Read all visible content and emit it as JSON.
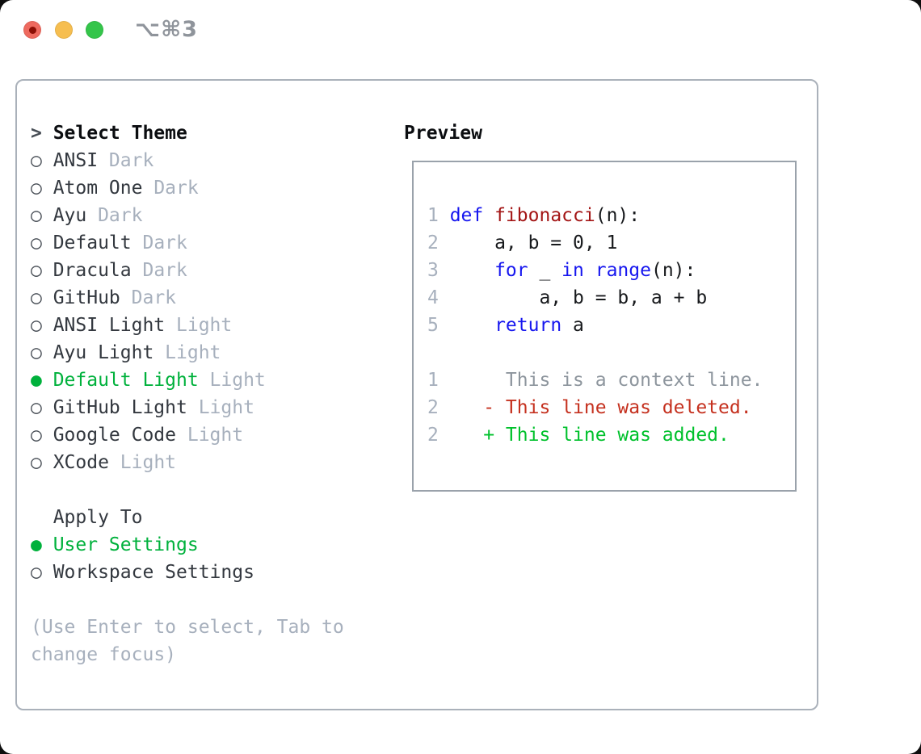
{
  "window": {
    "shortcut_label": "⌥⌘3",
    "traffic_lights": [
      "close",
      "minimize",
      "zoom"
    ]
  },
  "palette": {
    "selected_green": "#00b13c",
    "added_green": "#00c12c",
    "deleted_red": "#c5311f",
    "keyword_blue": "#1616ef",
    "function_red": "#a31515",
    "muted_gray": "#a7b0bd",
    "context_gray": "#8d959d",
    "text_dark": "#33383f",
    "panel_border": "#aab1ba",
    "traffic_red": "#ee6a5f",
    "traffic_yellow": "#f6be50",
    "traffic_green": "#34c54a"
  },
  "theme_list": {
    "header_prefix": ">",
    "header": "Select Theme",
    "items": [
      {
        "bullet": "○",
        "name": "ANSI",
        "tag": "Dark",
        "selected": false
      },
      {
        "bullet": "○",
        "name": "Atom One",
        "tag": "Dark",
        "selected": false
      },
      {
        "bullet": "○",
        "name": "Ayu",
        "tag": "Dark",
        "selected": false
      },
      {
        "bullet": "○",
        "name": "Default",
        "tag": "Dark",
        "selected": false
      },
      {
        "bullet": "○",
        "name": "Dracula",
        "tag": "Dark",
        "selected": false
      },
      {
        "bullet": "○",
        "name": "GitHub",
        "tag": "Dark",
        "selected": false
      },
      {
        "bullet": "○",
        "name": "ANSI Light",
        "tag": "Light",
        "selected": false
      },
      {
        "bullet": "○",
        "name": "Ayu Light",
        "tag": "Light",
        "selected": false
      },
      {
        "bullet": "●",
        "name": "Default Light",
        "tag": "Light",
        "selected": true
      },
      {
        "bullet": "○",
        "name": "GitHub Light",
        "tag": "Light",
        "selected": false
      },
      {
        "bullet": "○",
        "name": "Google Code",
        "tag": "Light",
        "selected": false
      },
      {
        "bullet": "○",
        "name": "XCode",
        "tag": "Light",
        "selected": false
      }
    ]
  },
  "apply_to": {
    "header": "Apply To",
    "options": [
      {
        "bullet": "●",
        "name": "User Settings",
        "selected": true
      },
      {
        "bullet": "○",
        "name": "Workspace Settings",
        "selected": false
      }
    ]
  },
  "hint": {
    "line1": "(Use Enter to select, Tab to",
    "line2": "change focus)"
  },
  "preview": {
    "title": "Preview",
    "lines": [
      {
        "num": "1",
        "segs": [
          "def",
          " ",
          "fibonacci",
          "(n):"
        ]
      },
      {
        "num": "2",
        "segs": [
          "    a, b = 0, 1"
        ]
      },
      {
        "num": "3",
        "segs": [
          "    ",
          "for",
          " _ ",
          "in",
          " ",
          "range",
          "(n):"
        ]
      },
      {
        "num": "4",
        "segs": [
          "        a, b = b, a + b"
        ]
      },
      {
        "num": "5",
        "segs": [
          "    ",
          "return",
          " a"
        ]
      },
      {
        "num": "",
        "segs": []
      },
      {
        "num": "1",
        "segs": [
          "     This is a context line."
        ]
      },
      {
        "num": "2",
        "segs": [
          "   - This line was deleted."
        ]
      },
      {
        "num": "2",
        "segs": [
          "   + This line was added."
        ]
      }
    ]
  }
}
